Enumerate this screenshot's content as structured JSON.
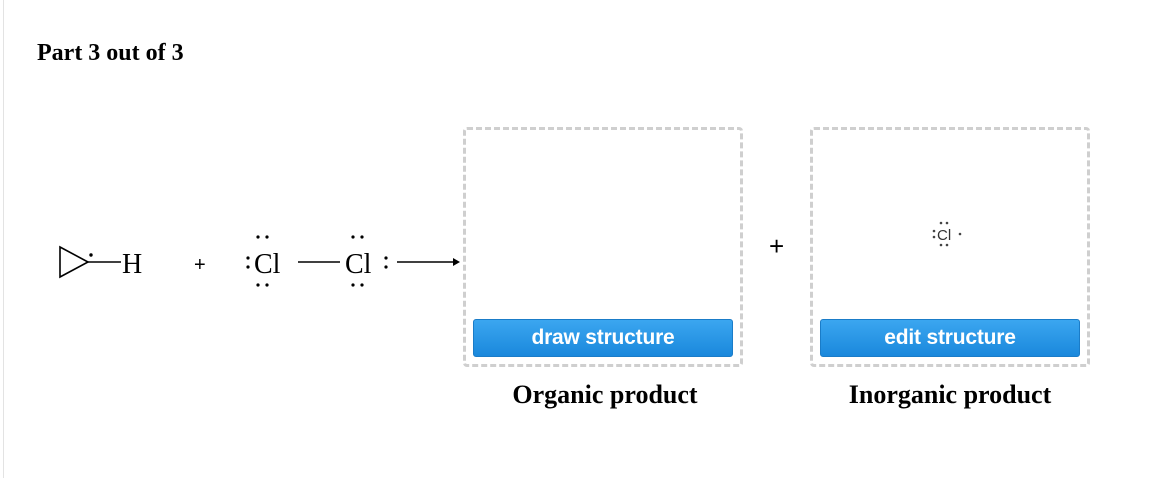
{
  "part": {
    "title": "Part 3 out of 3"
  },
  "reaction": {
    "reactant1": {
      "atom": "H"
    },
    "plus1": "+",
    "reactant2": {
      "atom_left": "Cl",
      "atom_right": "Cl"
    },
    "plus2": "+"
  },
  "products": [
    {
      "label": "Organic product",
      "button_label": "draw structure"
    },
    {
      "label": "Inorganic product",
      "button_label": "edit structure",
      "structure_atom": "Cl"
    }
  ],
  "colors": {
    "button": "#1f8fe0",
    "slot_border": "#cfcfcf"
  }
}
